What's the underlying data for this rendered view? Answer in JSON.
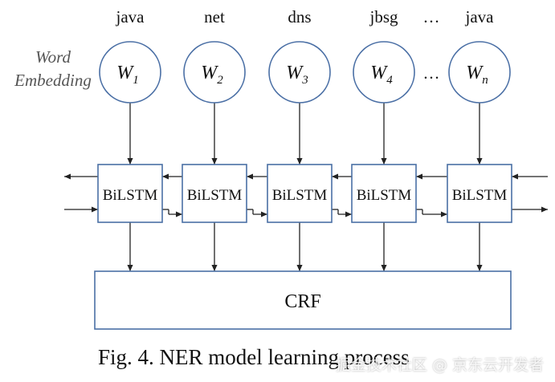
{
  "tokens": [
    "java",
    "net",
    "dns",
    "jbsg",
    "java"
  ],
  "ellipsis": "…",
  "embedding_label": [
    "Word",
    "Embedding"
  ],
  "embeddings": [
    {
      "base": "W",
      "sub": "1"
    },
    {
      "base": "W",
      "sub": "2"
    },
    {
      "base": "W",
      "sub": "3"
    },
    {
      "base": "W",
      "sub": "4"
    },
    {
      "base": "W",
      "sub": "n"
    }
  ],
  "bilstm_label": "BiLSTM",
  "crf_label": "CRF",
  "caption": "Fig. 4.   NER model learning process",
  "watermark": "掘金技术社区 @ 京东云开发者",
  "colors": {
    "node_stroke": "#4a6fa5",
    "line": "#222222",
    "text": "#111111",
    "embedding_label": "#555555"
  }
}
